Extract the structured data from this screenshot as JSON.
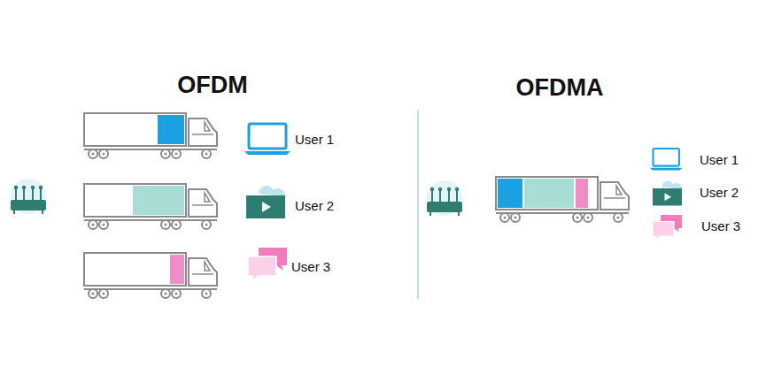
{
  "diagram": {
    "labels": [
      "OFDM",
      "User 1",
      "User 2",
      "User 3",
      "OFDMA",
      "User 1",
      "User 2",
      "User 3"
    ]
  }
}
